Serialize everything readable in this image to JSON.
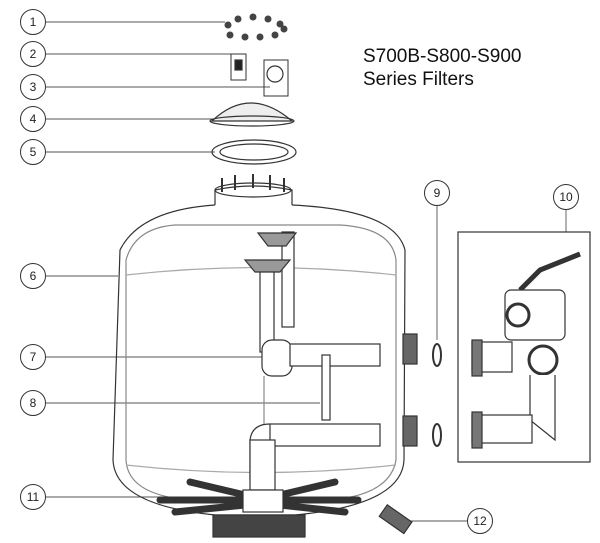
{
  "title": {
    "line1": "S700B-S800-S900",
    "line2": "Series Filters"
  },
  "callouts": [
    "1",
    "2",
    "3",
    "4",
    "5",
    "6",
    "7",
    "8",
    "9",
    "10",
    "11",
    "12"
  ],
  "colors": {
    "line": "#333333",
    "fill": "#ffffff"
  }
}
